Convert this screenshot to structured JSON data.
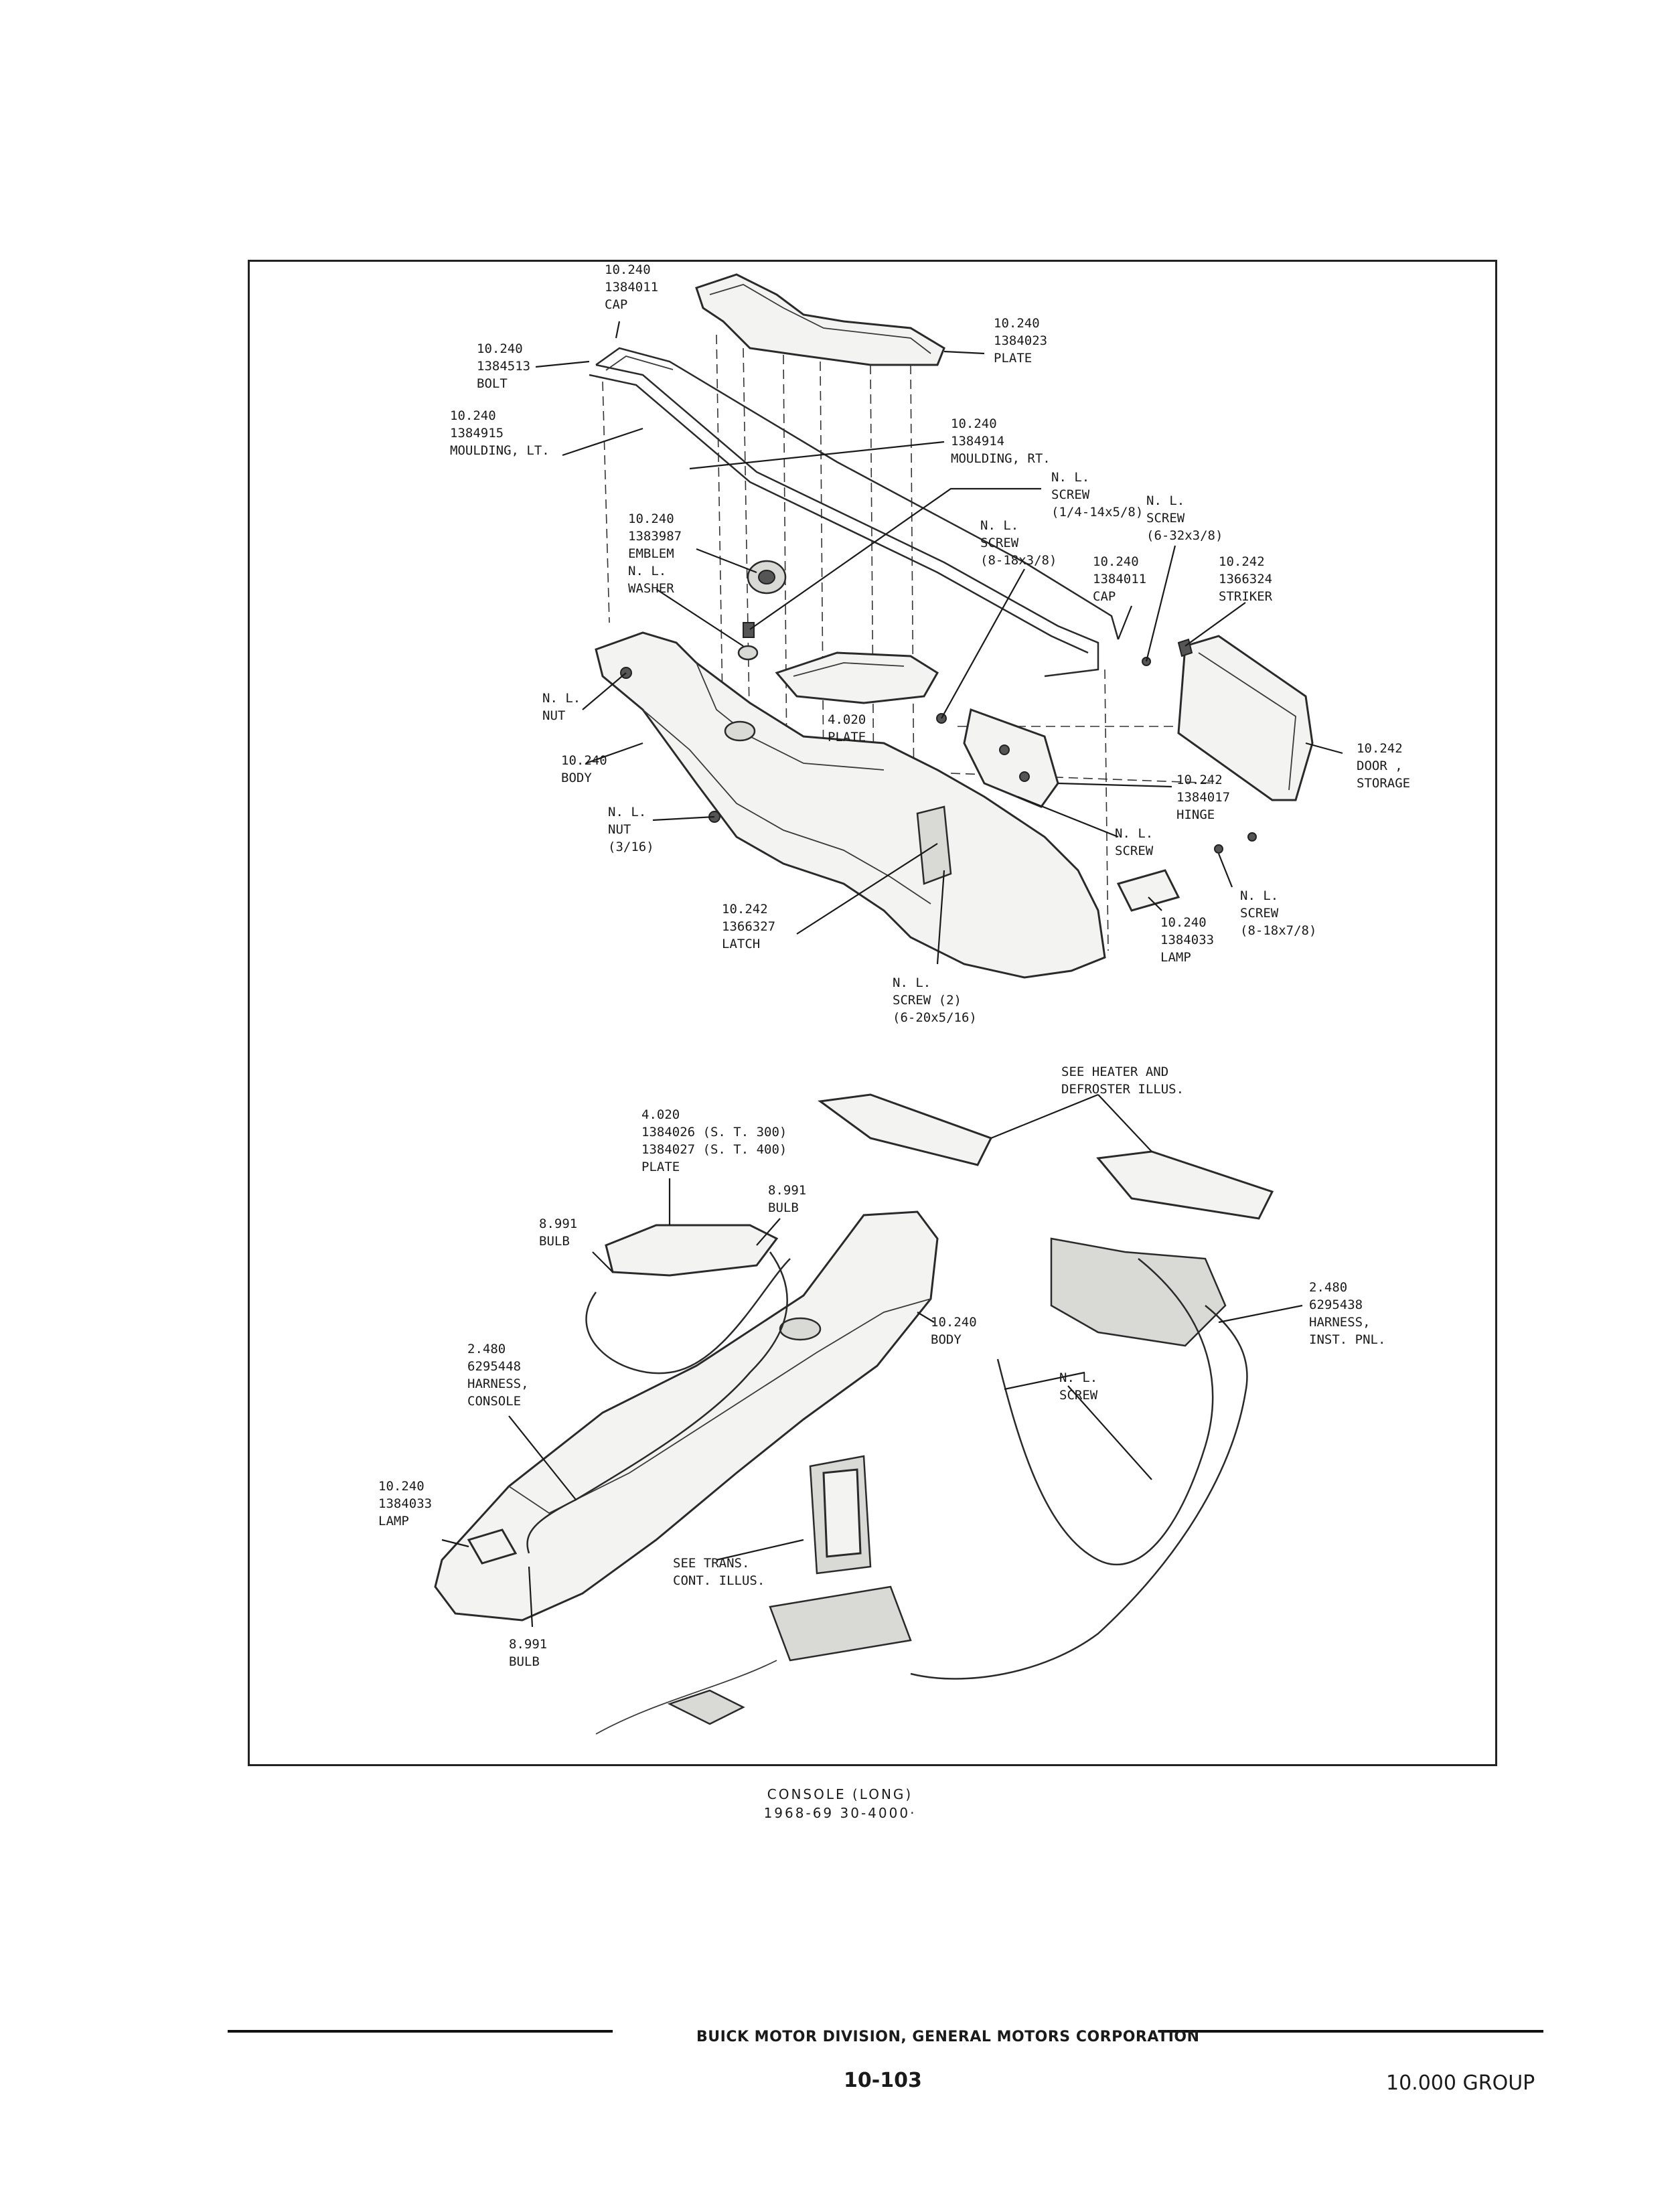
{
  "labels": {
    "cap_top": [
      "10.240",
      "1384011",
      "CAP"
    ],
    "bolt": [
      "10.240",
      "1384513",
      "BOLT"
    ],
    "plate_top": [
      "10.240",
      "1384023",
      "PLATE"
    ],
    "moulding_lt": [
      "10.240",
      "1384915",
      "MOULDING, LT."
    ],
    "moulding_rt": [
      "10.240",
      "1384914",
      "MOULDING, RT."
    ],
    "screw_quarter": [
      "N. L.",
      "SCREW",
      "(1/4-14x5/8)"
    ],
    "screw_6_32": [
      "N. L.",
      "SCREW",
      "(6-32x3/8)"
    ],
    "emblem": [
      "10.240",
      "1383987",
      "EMBLEM"
    ],
    "washer": [
      "N. L.",
      "WASHER"
    ],
    "screw_8_18_38": [
      "N. L.",
      "SCREW",
      "(8-18x3/8)"
    ],
    "cap_right": [
      "10.240",
      "1384011",
      "CAP"
    ],
    "striker": [
      "10.242",
      "1366324",
      "STRIKER"
    ],
    "nut_left": [
      "N. L.",
      "NUT"
    ],
    "plate_mid": [
      "4.020",
      "PLATE"
    ],
    "door_storage": [
      "10.242",
      "DOOR ,",
      "STORAGE"
    ],
    "body_top": [
      "10.240",
      "BODY"
    ],
    "hinge": [
      "10.242",
      "1384017",
      "HINGE"
    ],
    "nut_316": [
      "N. L.",
      "NUT",
      "(3/16)"
    ],
    "screw_hinge": [
      "N. L.",
      "SCREW"
    ],
    "screw_8_18_78": [
      "N. L.",
      "SCREW",
      "(8-18x7/8)"
    ],
    "latch": [
      "10.242",
      "1366327",
      "LATCH"
    ],
    "lamp_top": [
      "10.240",
      "1384033",
      "LAMP"
    ],
    "screw_2": [
      "N. L.",
      "SCREW (2)",
      "(6-20x5/16)"
    ],
    "see_heater": [
      "SEE HEATER AND",
      "DEFROSTER ILLUS."
    ],
    "plate_lower": [
      "4.020",
      "1384026 (S. T. 300)",
      "1384027 (S. T. 400)",
      "PLATE"
    ],
    "bulb_right": [
      "8.991",
      "BULB"
    ],
    "bulb_left": [
      "8.991",
      "BULB"
    ],
    "harness_inst": [
      "2.480",
      "6295438",
      "HARNESS,",
      "INST. PNL."
    ],
    "body_lower": [
      "10.240",
      "BODY"
    ],
    "harness_console": [
      "2.480",
      "6295448",
      "HARNESS,",
      "CONSOLE"
    ],
    "screw_lower": [
      "N. L.",
      "SCREW"
    ],
    "lamp_lower": [
      "10.240",
      "1384033",
      "LAMP"
    ],
    "see_trans": [
      "SEE TRANS.",
      "CONT. ILLUS."
    ],
    "bulb_bottom": [
      "8.991",
      "BULB"
    ]
  },
  "caption": {
    "title": "CONSOLE (LONG)",
    "subtitle": "1968-69 30-4000·"
  },
  "footer": {
    "division": "BUICK MOTOR DIVISION, GENERAL MOTORS CORPORATION",
    "page": "10-103",
    "group": "10.000 GROUP"
  }
}
